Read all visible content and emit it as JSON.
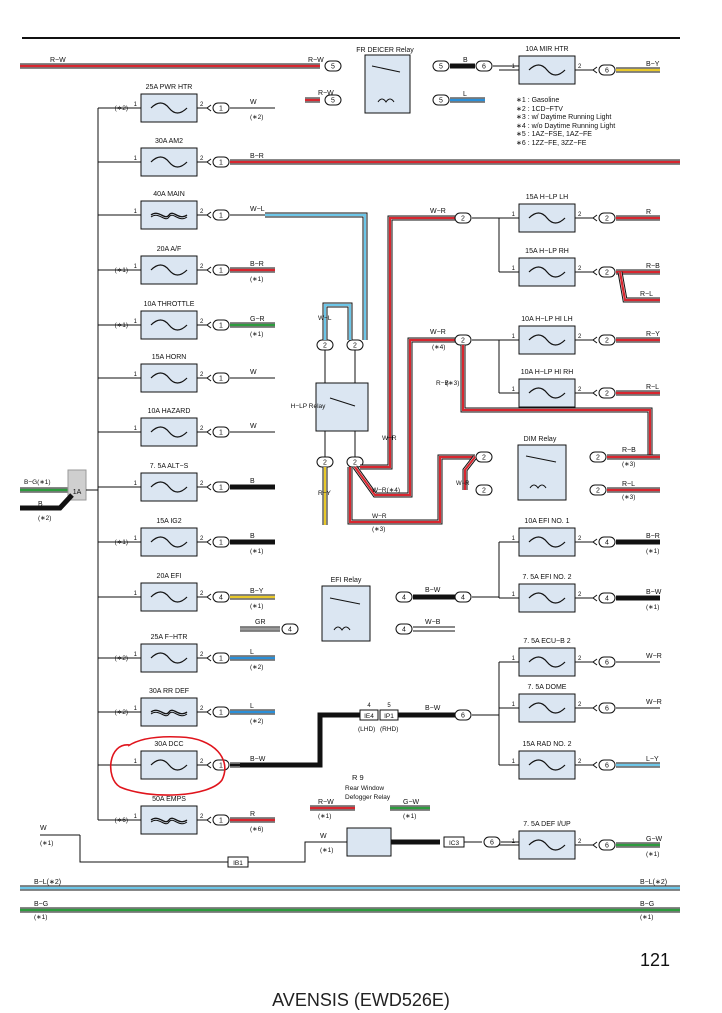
{
  "page": {
    "number": "121",
    "footer": "AVENSIS (EWD526E)"
  },
  "legend": [
    "∗1 : Gasoline",
    "∗2 : 1CD−FTV",
    "∗3 : w/ Daytime Running Light",
    "∗4 : w/o Daytime Running Light",
    "∗5 : 1AZ−FSE,  1AZ−FE",
    "∗6 : 1ZZ−FE,  3ZZ−FE"
  ],
  "left_fuses": [
    {
      "name": "25A PWR HTR",
      "note": "(∗2)",
      "wire": "W",
      "wire_note": "(∗2)",
      "conn": "1",
      "color": "#ffffff",
      "heavy": false,
      "style": "n"
    },
    {
      "name": "30A AM2",
      "note": "",
      "wire": "B−R",
      "wire_note": "",
      "conn": "1",
      "color": "#d8262f",
      "heavy": false,
      "style": "b",
      "to": 680
    },
    {
      "name": "40A MAIN",
      "note": "",
      "wire": "W−L",
      "wire_note": "",
      "conn": "1",
      "color": "#ffffff",
      "heavy": false,
      "style": "s"
    },
    {
      "name": "20A A/F",
      "note": "(∗1)",
      "wire": "B−R",
      "wire_note": "(∗1)",
      "conn": "1",
      "color": "#d8262f",
      "heavy": false,
      "style": "n"
    },
    {
      "name": "10A THROTTLE",
      "note": "(∗1)",
      "wire": "G−R",
      "wire_note": "(∗1)",
      "conn": "1",
      "color": "#2c9b3d",
      "heavy": false,
      "style": "n"
    },
    {
      "name": "15A HORN",
      "note": "",
      "wire": "W",
      "wire_note": "",
      "conn": "1",
      "color": "#ffffff",
      "heavy": false,
      "style": "n"
    },
    {
      "name": "10A HAZARD",
      "note": "",
      "wire": "W",
      "wire_note": "",
      "conn": "1",
      "color": "#ffffff",
      "heavy": false,
      "style": "n"
    },
    {
      "name": "7. 5A ALT−S",
      "note": "",
      "wire": "B",
      "wire_note": "",
      "conn": "1",
      "color": "#111111",
      "heavy": true,
      "style": "n"
    },
    {
      "name": "15A IG2",
      "note": "(∗1)",
      "wire": "B",
      "wire_note": "(∗1)",
      "conn": "1",
      "color": "#111111",
      "heavy": true,
      "style": "n"
    },
    {
      "name": "20A EFI",
      "note": "",
      "wire": "B−Y",
      "wire_note": "(∗1)",
      "conn": "4",
      "color": "#e8c82a",
      "heavy": false,
      "style": "n"
    },
    {
      "name": "25A F−HTR",
      "note": "(∗2)",
      "wire": "L",
      "wire_note": "(∗2)",
      "conn": "1",
      "color": "#2a8fd8",
      "heavy": false,
      "style": "n"
    },
    {
      "name": "30A RR DEF",
      "note": "(∗2)",
      "wire": "L",
      "wire_note": "(∗2)",
      "conn": "1",
      "color": "#2a8fd8",
      "heavy": false,
      "style": "s"
    },
    {
      "name": "30A DCC",
      "note": "",
      "wire": "B−W",
      "wire_note": "",
      "conn": "1",
      "color": "#111111",
      "heavy": false,
      "style": "n"
    },
    {
      "name": "50A EMPS",
      "note": "(∗6)",
      "wire": "R",
      "wire_note": "(∗6)",
      "conn": "1",
      "color": "#d8262f",
      "heavy": false,
      "style": "s"
    }
  ],
  "right_fuses": [
    {
      "name": "10A MIR HTR",
      "wire": "B−Y",
      "conn": "6",
      "color": "#e8c82a",
      "note": ""
    },
    {
      "name": "15A H−LP LH",
      "wire": "R",
      "conn": "2",
      "color": "#d8262f",
      "note": ""
    },
    {
      "name": "15A H−LP RH",
      "wire": "R−B",
      "conn": "2",
      "color": "#d8262f",
      "note": ""
    },
    {
      "name": "10A H−LP HI LH",
      "wire": "R−Y",
      "conn": "2",
      "color": "#d8262f",
      "note": ""
    },
    {
      "name": "10A H−LP HI RH",
      "wire": "R−L",
      "conn": "2",
      "color": "#d8262f",
      "note": ""
    },
    {
      "name": "10A EFI NO. 1",
      "wire": "B−R",
      "conn": "4",
      "color": "#111111",
      "note": "(∗1)"
    },
    {
      "name": "7. 5A EFI NO. 2",
      "wire": "B−W",
      "conn": "4",
      "color": "#111111",
      "note": "(∗1)"
    },
    {
      "name": "7. 5A ECU−B 2",
      "wire": "W−R",
      "conn": "6",
      "color": "#ffffff",
      "note": ""
    },
    {
      "name": "7. 5A DOME",
      "wire": "W−R",
      "conn": "6",
      "color": "#ffffff",
      "note": ""
    },
    {
      "name": "15A RAD NO. 2",
      "wire": "L−Y",
      "conn": "6",
      "color": "#6cc6e8",
      "note": ""
    },
    {
      "name": "7. 5A DEF I/UP",
      "wire": "G−W",
      "conn": "6",
      "color": "#2c9b3d",
      "note": "(∗1)"
    }
  ],
  "top": {
    "rw_label": "R−W",
    "fr_deicer": "FR DEICER Relay",
    "b_label": "B",
    "l_label": "L",
    "rw_pins": [
      "5",
      "5",
      "5",
      "5"
    ]
  },
  "relays": {
    "hlp": "H−LP Relay",
    "dim": "DIM Relay",
    "efi": "EFI Relay",
    "r9_id": "R 9",
    "r9_name1": "Rear Window",
    "r9_name2": "Defogger Relay"
  },
  "labels": {
    "wl": "W−L",
    "wr": "W−R",
    "wr4": "W−R(∗4)",
    "rb3": "R−B",
    "ry": "R−Y",
    "rb": "R−B",
    "rl": "R−L",
    "star3": "(∗3)",
    "star4": "(∗4)",
    "bw": "B−W",
    "wb": "W−B",
    "gr": "GR",
    "bg1": "B−G(∗1)",
    "b": "B",
    "star2": "(∗2)",
    "star1": "(∗1)",
    "ie4": "IE4",
    "ip1": "IP1",
    "lhd": "(LHD)",
    "rhd": "(RHD)",
    "ic3": "IC3",
    "ib1": "IB1",
    "w": "W",
    "gw": "G−W",
    "rw": "R−W",
    "bl2": "B−L(∗2)",
    "bg": "B−G",
    "j1a": "1A"
  }
}
